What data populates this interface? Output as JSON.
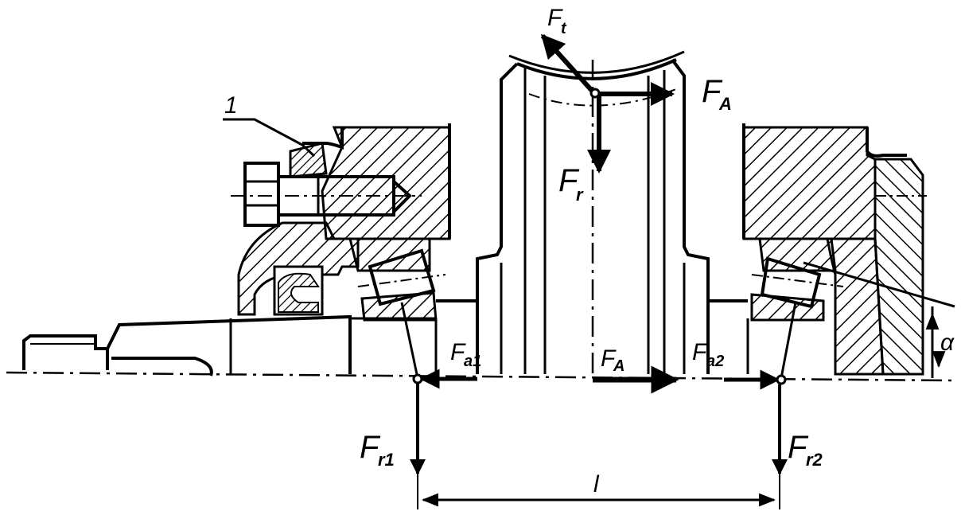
{
  "labels": {
    "part_number": "1",
    "ft": "F",
    "ft_sub": "t",
    "fa_top": "F",
    "fa_top_sub": "A",
    "fr": "F",
    "fr_sub": "r",
    "fa1": "F",
    "fa1_sub": "a1",
    "fa_mid": "F",
    "fa_mid_sub": "A",
    "fa2": "F",
    "fa2_sub": "a2",
    "fr1": "F",
    "fr1_sub": "r1",
    "fr2": "F",
    "fr2_sub": "r2",
    "length": "l",
    "alpha": "α"
  },
  "colors": {
    "ink": "#000000",
    "paper": "#ffffff"
  }
}
